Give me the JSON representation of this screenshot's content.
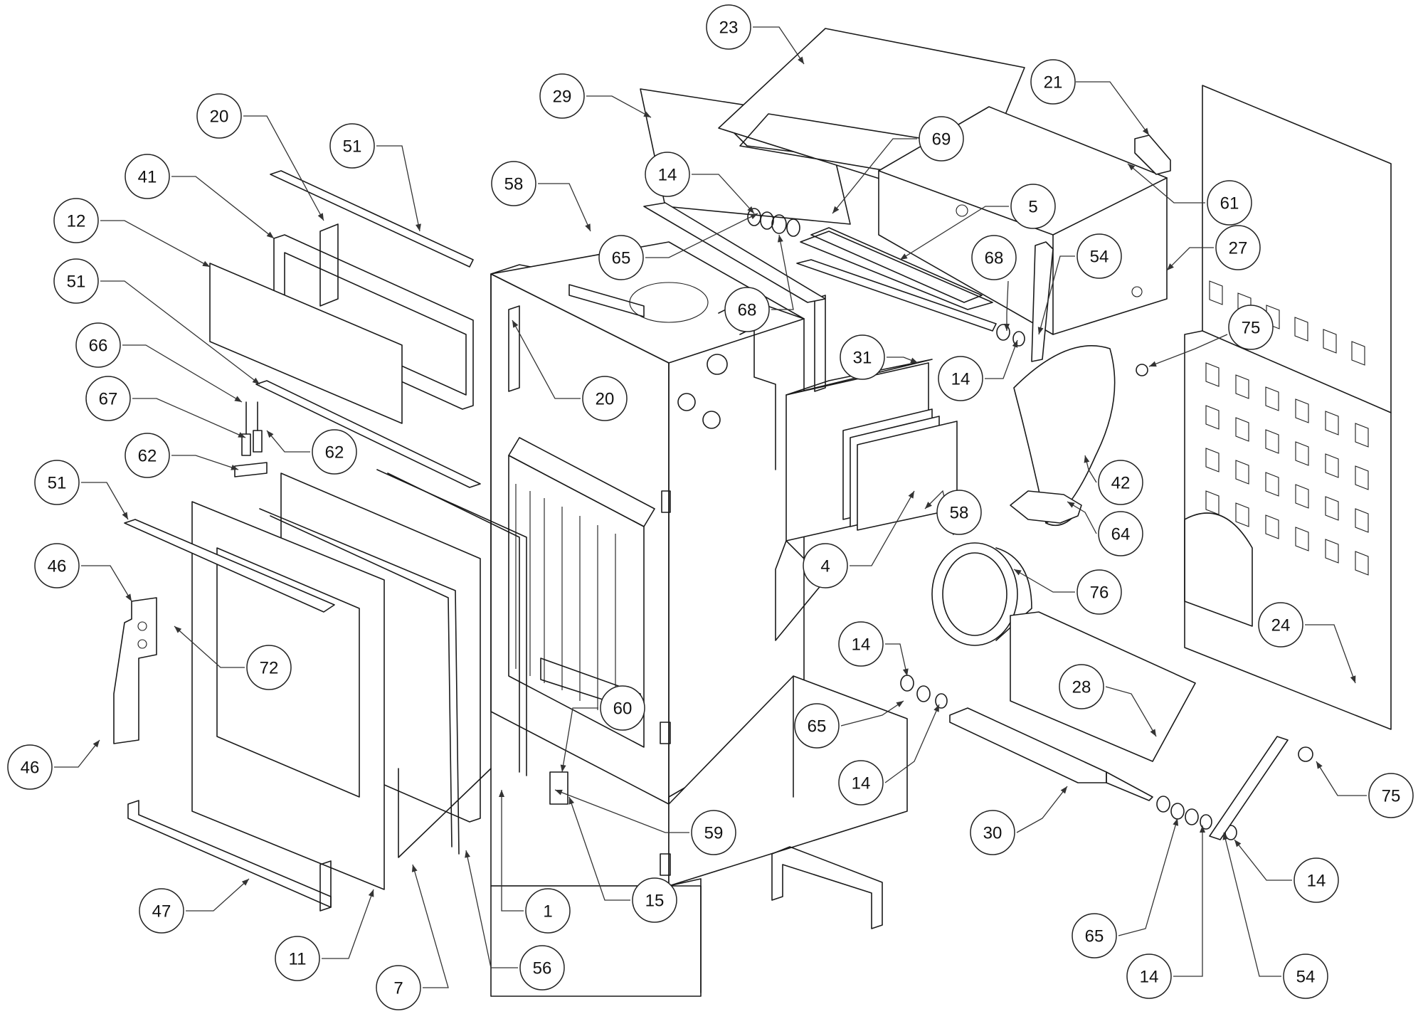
{
  "diagram": {
    "type": "exploded-parts-drawing",
    "callouts": [
      {
        "label": "23"
      },
      {
        "label": "21"
      },
      {
        "label": "29"
      },
      {
        "label": "69"
      },
      {
        "label": "20"
      },
      {
        "label": "51"
      },
      {
        "label": "58"
      },
      {
        "label": "14"
      },
      {
        "label": "61"
      },
      {
        "label": "41"
      },
      {
        "label": "5"
      },
      {
        "label": "12"
      },
      {
        "label": "65"
      },
      {
        "label": "68"
      },
      {
        "label": "54"
      },
      {
        "label": "27"
      },
      {
        "label": "51"
      },
      {
        "label": "68"
      },
      {
        "label": "75"
      },
      {
        "label": "31"
      },
      {
        "label": "14"
      },
      {
        "label": "66"
      },
      {
        "label": "20"
      },
      {
        "label": "67"
      },
      {
        "label": "62"
      },
      {
        "label": "62"
      },
      {
        "label": "42"
      },
      {
        "label": "51"
      },
      {
        "label": "64"
      },
      {
        "label": "58"
      },
      {
        "label": "46"
      },
      {
        "label": "4"
      },
      {
        "label": "76"
      },
      {
        "label": "24"
      },
      {
        "label": "72"
      },
      {
        "label": "14"
      },
      {
        "label": "28"
      },
      {
        "label": "65"
      },
      {
        "label": "60"
      },
      {
        "label": "46"
      },
      {
        "label": "14"
      },
      {
        "label": "75"
      },
      {
        "label": "59"
      },
      {
        "label": "30"
      },
      {
        "label": "14"
      },
      {
        "label": "47"
      },
      {
        "label": "1"
      },
      {
        "label": "15"
      },
      {
        "label": "65"
      },
      {
        "label": "11"
      },
      {
        "label": "7"
      },
      {
        "label": "56"
      },
      {
        "label": "14"
      },
      {
        "label": "54"
      }
    ]
  }
}
